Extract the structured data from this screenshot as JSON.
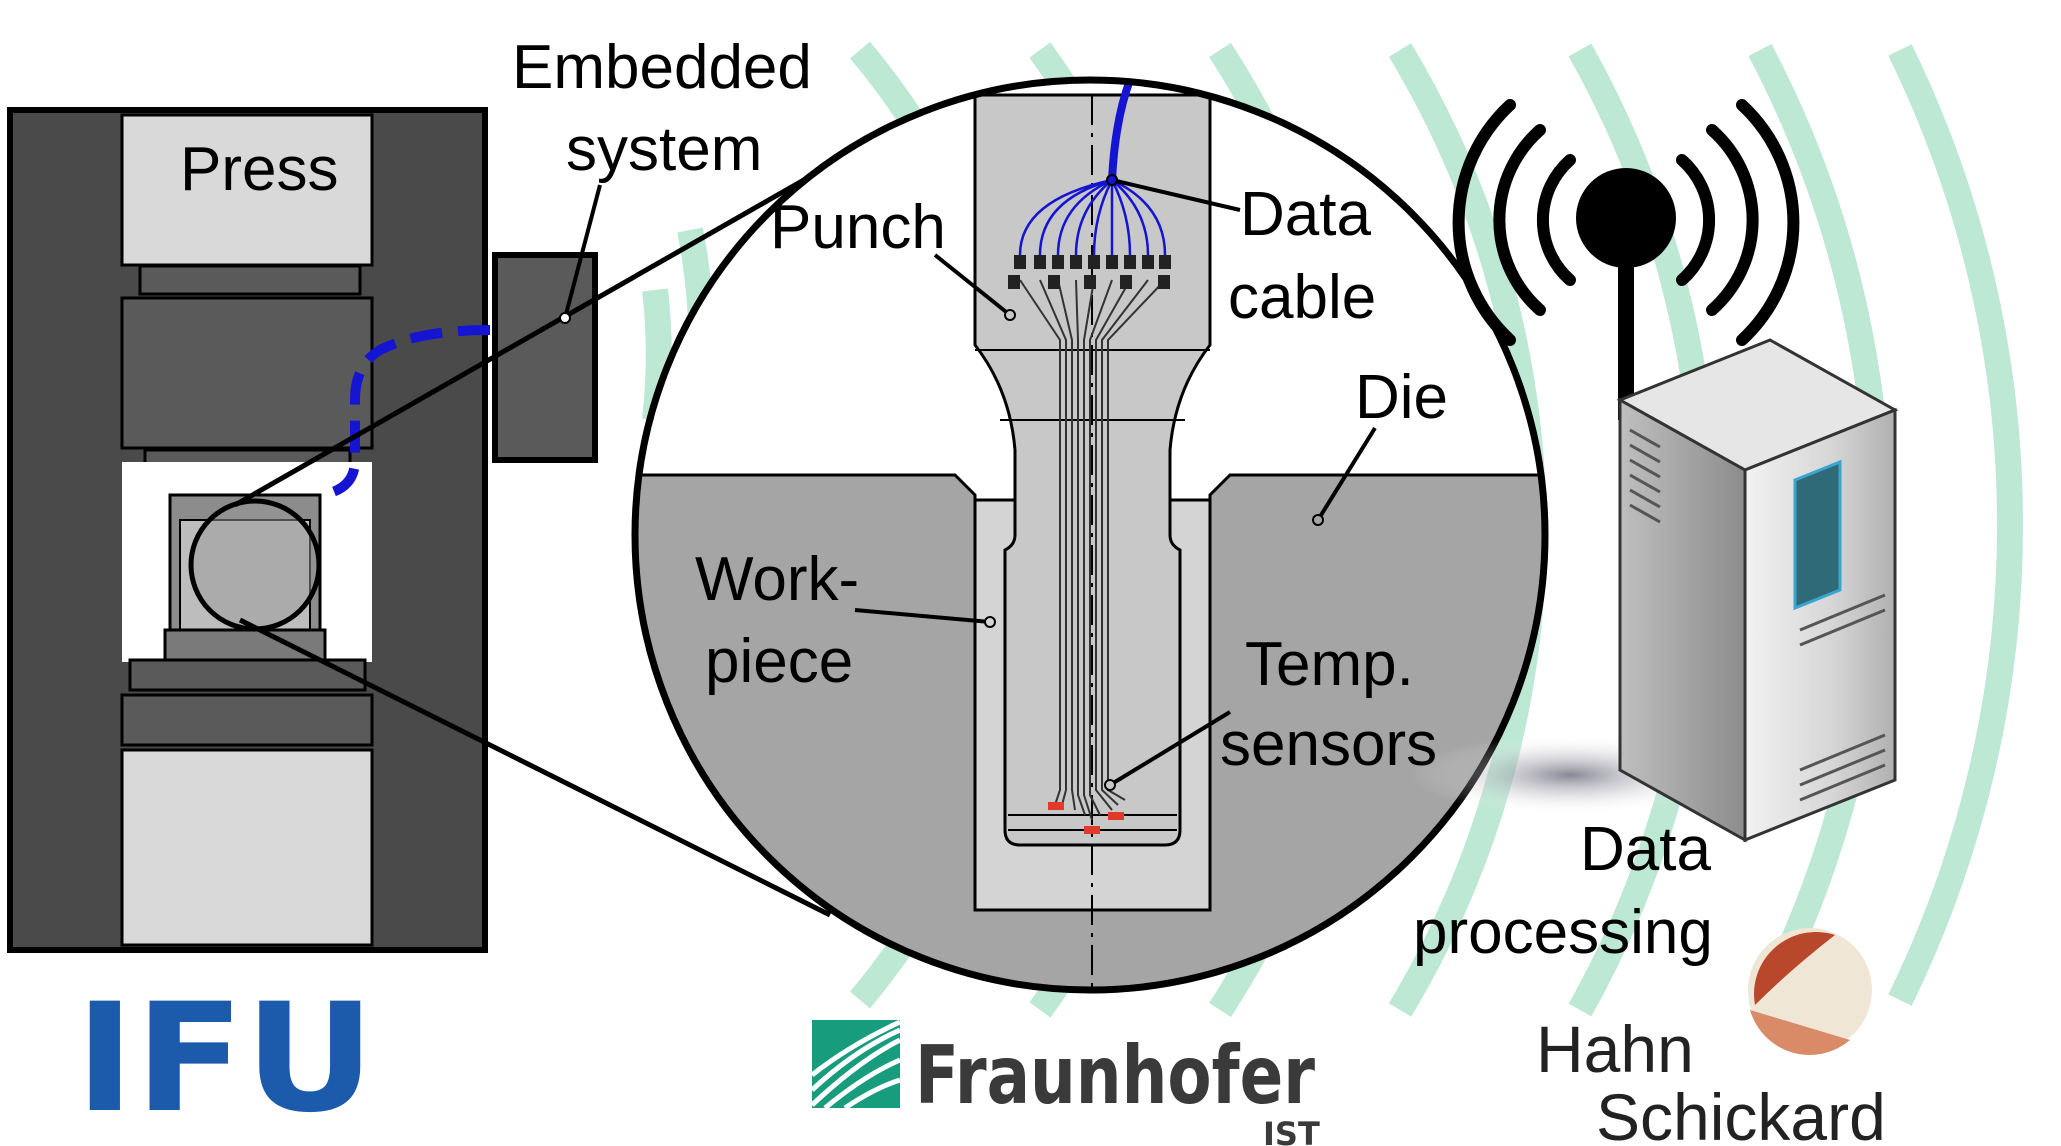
{
  "labels": {
    "press": "Press",
    "embedded_line1": "Embedded",
    "embedded_line2": "system",
    "punch": "Punch",
    "data_cable_line1": "Data",
    "data_cable_line2": "cable",
    "die": "Die",
    "workpiece_line1": "Work-",
    "workpiece_line2": "piece",
    "temp_line1": "Temp.",
    "temp_line2": "sensors",
    "data_proc_line1": "Data",
    "data_proc_line2": "processing"
  },
  "logos": {
    "ifu": "IFU",
    "fraunhofer": "Fraunhofer",
    "fraunhofer_sub": "IST",
    "hahn": "Hahn",
    "schickard": "Schickard"
  },
  "colors": {
    "wave": "#bde8d4",
    "cable": "#1414d2",
    "press_dark": "#4a4a4a",
    "die_gray": "#a5a5a5",
    "punch_gray": "#c8c8c8",
    "sensor_red": "#e03a2a",
    "ifu_blue": "#1c5bab",
    "fraunhofer_green": "#179c7d"
  },
  "icons": [
    "wireless-antenna-icon",
    "server-icon",
    "fraunhofer-logo-icon",
    "hahn-schickard-logo-icon"
  ]
}
